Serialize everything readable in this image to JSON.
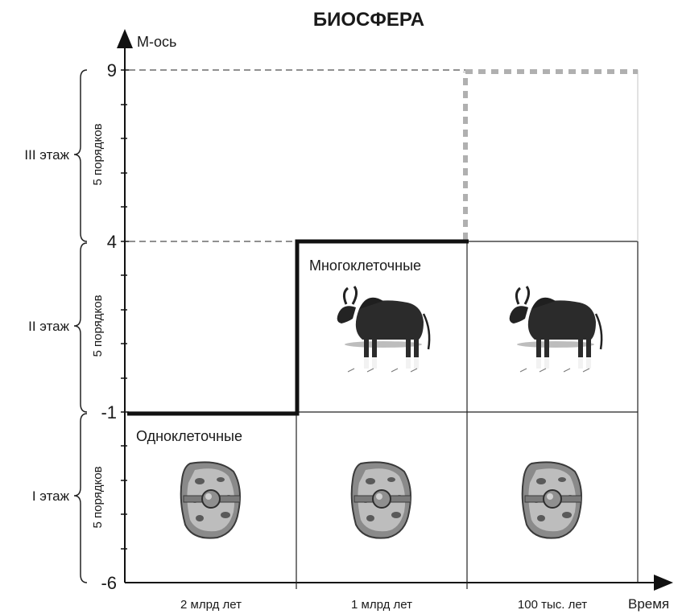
{
  "title": "БИОСФЕРА",
  "y_axis_label": "М-ось",
  "x_axis_label": "Время",
  "y_ticks": [
    "9",
    "4",
    "-1",
    "-6"
  ],
  "x_ticks": [
    "2 млрд лет",
    "1 млрд лет",
    "100 тыс. лет"
  ],
  "floors": [
    {
      "label": "III этаж",
      "span": "5 порядков"
    },
    {
      "label": "II этаж",
      "span": "5 порядков"
    },
    {
      "label": "I этаж",
      "span": "5 порядков"
    }
  ],
  "regions": {
    "multicellular": "Многоклеточные",
    "unicellular": "Одноклеточные"
  },
  "icons": {
    "animal": "bull-icon",
    "cell": "cell-icon"
  },
  "colors": {
    "lines": "#111111",
    "dashed_future": "#b0b0b0"
  }
}
